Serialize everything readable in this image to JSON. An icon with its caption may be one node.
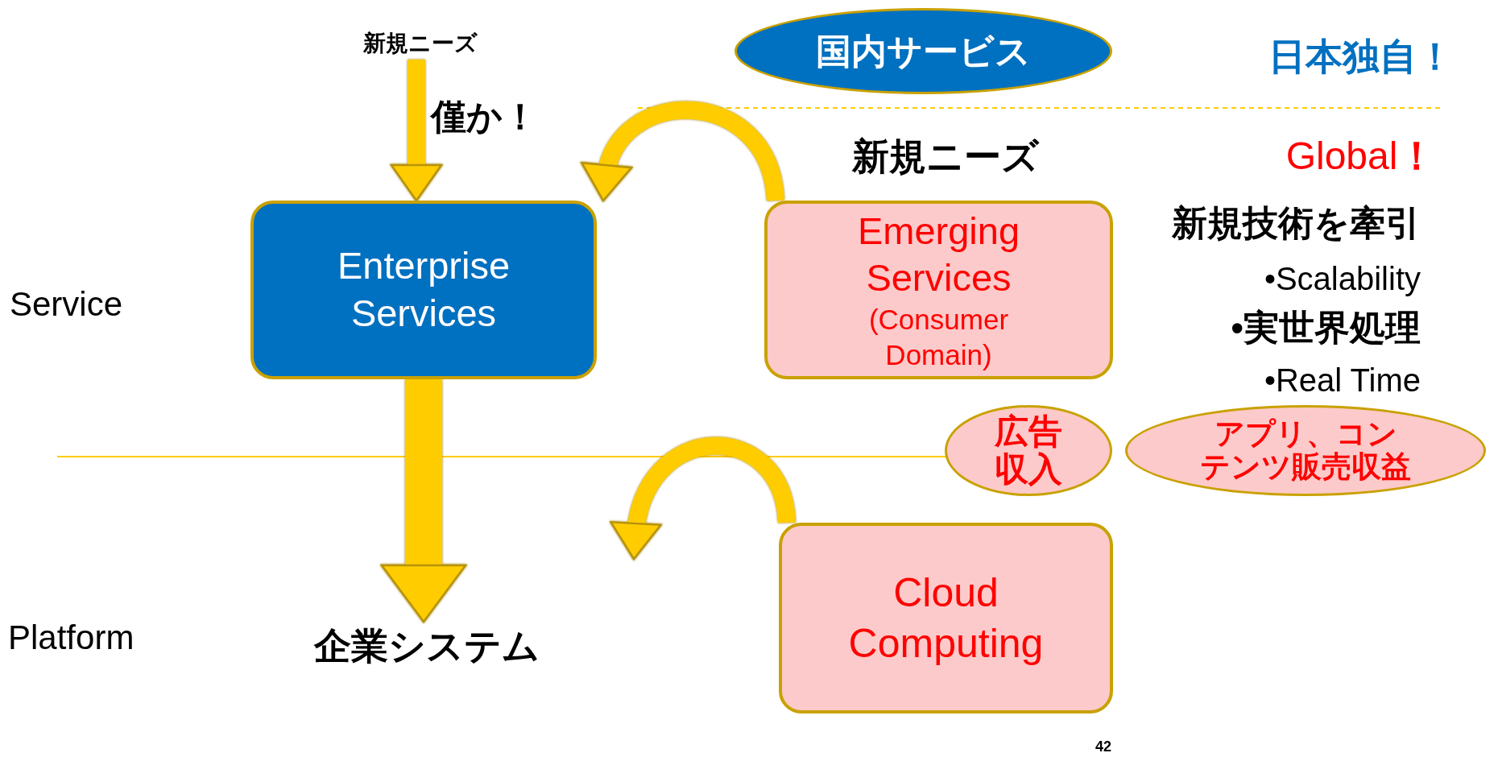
{
  "diagram": {
    "nodes": [
      {
        "text": [
          "新規ニーズ"
        ]
      },
      {
        "text": [
          "国内サービス"
        ]
      },
      {
        "text": [
          "Enterprise Services"
        ]
      },
      {
        "text": [
          "Emerging Services",
          "(Consumer Domain)"
        ]
      },
      {
        "text": [
          "広告収入"
        ]
      },
      {
        "text": [
          "アプリ、コンテンツ販売収益"
        ]
      },
      {
        "text": [
          "企業システム"
        ]
      },
      {
        "text": [
          "Cloud Computing"
        ]
      }
    ],
    "edges": [
      {
        "from": 0,
        "to": 2,
        "arrow": "to",
        "label": "僅か！"
      },
      {
        "from": 3,
        "to": 2,
        "arrow": "to"
      },
      {
        "from": 2,
        "to": 6,
        "arrow": "to",
        "style": "thick"
      },
      {
        "from": 7,
        "to": null,
        "arrow": "to"
      }
    ],
    "labels": [
      "日本独自！",
      "新規ニーズ",
      "Global**！**",
      "新規技術を牽引",
      "•Scalability",
      "•実世界処理",
      "•Real Time",
      "Service",
      "Platform",
      "42"
    ]
  }
}
